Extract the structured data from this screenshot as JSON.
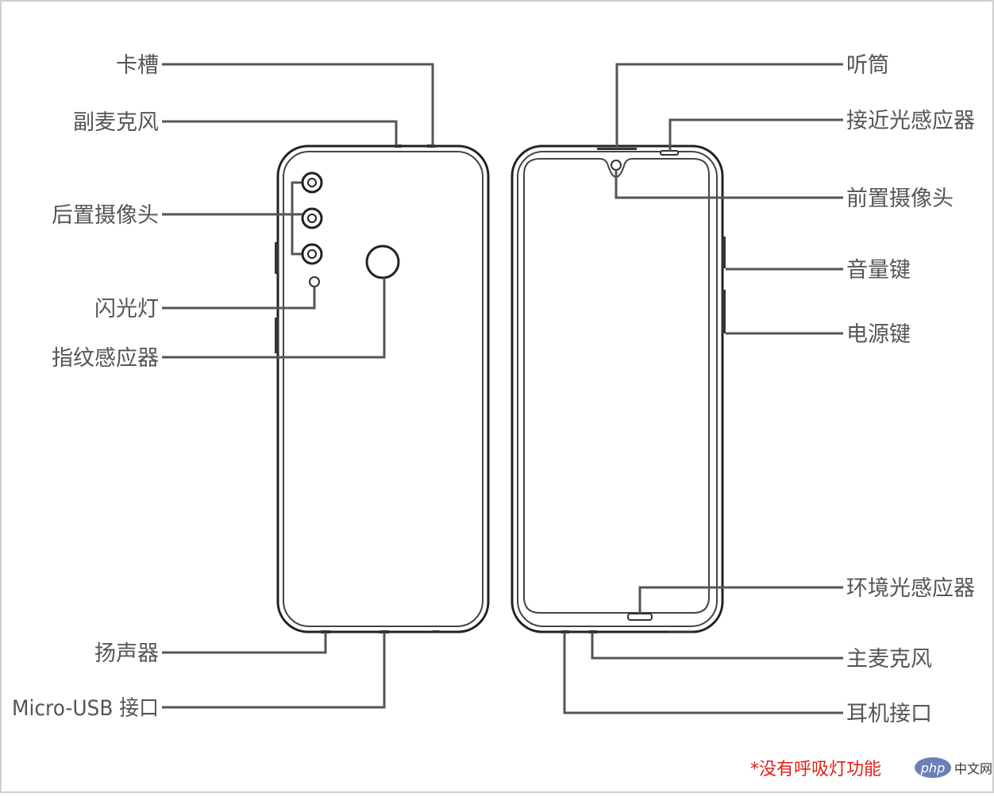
{
  "diagram": {
    "left_labels": {
      "sim_tray": "卡槽",
      "secondary_mic": "副麦克风",
      "rear_camera": "后置摄像头",
      "flash": "闪光灯",
      "fingerprint": "指纹感应器",
      "speaker": "扬声器",
      "usb_port": "Micro-USB 接口"
    },
    "right_labels": {
      "earpiece": "听筒",
      "proximity_sensor": "接近光感应器",
      "front_camera": "前置摄像头",
      "volume_key": "音量键",
      "power_key": "电源键",
      "ambient_light_sensor": "环境光感应器",
      "main_mic": "主麦克风",
      "headphone_jack": "耳机接口"
    },
    "note": "*没有呼吸灯功能"
  },
  "watermark": {
    "logo_text": "php",
    "site_text": "中文网"
  },
  "colors": {
    "line": "#555555",
    "note": "#e0201a",
    "watermark_logo": "#6c7fb8"
  }
}
